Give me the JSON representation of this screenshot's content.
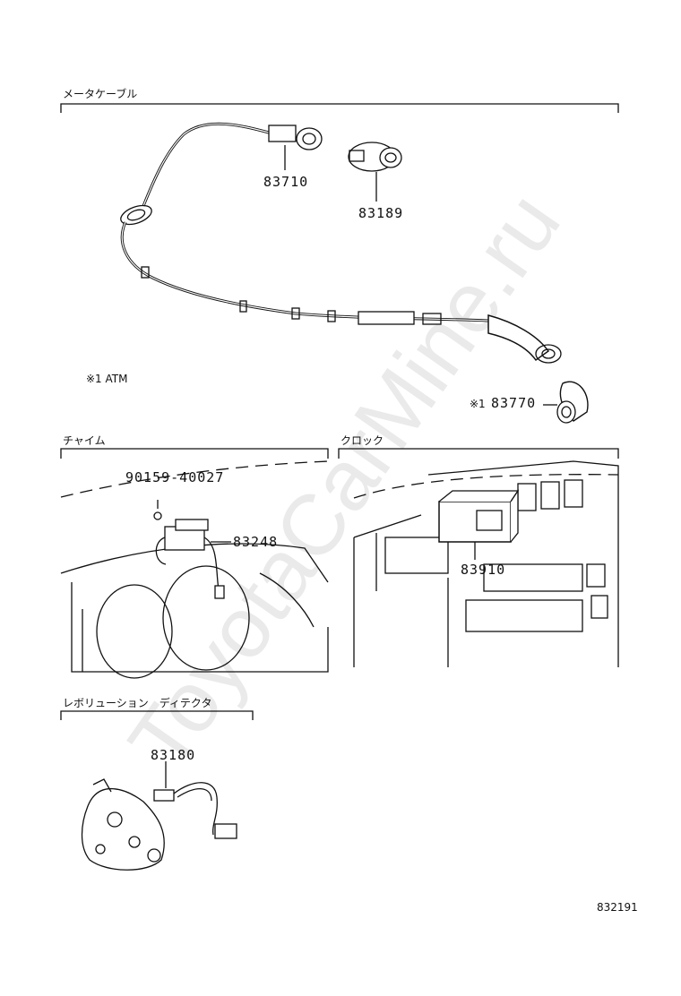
{
  "sections": {
    "meter_cable": "メータケーブル",
    "chime": "チャイム",
    "clock": "クロック",
    "revolution_detector": "レボリューション　ディテクタ"
  },
  "parts": {
    "p83710": "83710",
    "p83189": "83189",
    "p83770": "83770",
    "p90159": "90159-40027",
    "p83248": "83248",
    "p83910": "83910",
    "p83180": "83180"
  },
  "notes": {
    "atm_note": "※1 ATM",
    "mark_83770": "※1"
  },
  "diagram_code": "832191",
  "watermark": "ToyotaCarMine.ru"
}
